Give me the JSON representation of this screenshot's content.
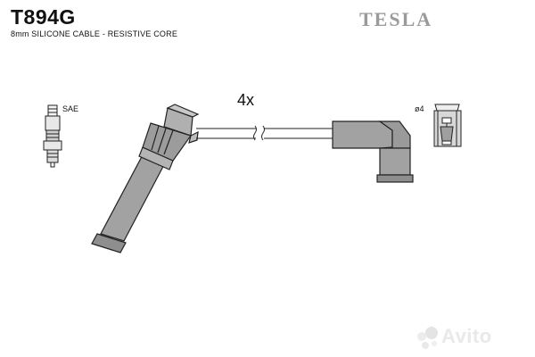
{
  "header": {
    "part_number": "T894G",
    "subtitle": "8mm SILICONE CABLE - RESISTIVE CORE",
    "brand": "TESLA"
  },
  "diagram": {
    "quantity_label": "4x",
    "spark_plug_label": "SAE",
    "terminal_label": "ø4"
  },
  "watermark": {
    "text": "Avito"
  },
  "colors": {
    "boot_fill": "#a2a2a2",
    "outline": "#222222",
    "terminal_fill": "#d8d8d8"
  }
}
